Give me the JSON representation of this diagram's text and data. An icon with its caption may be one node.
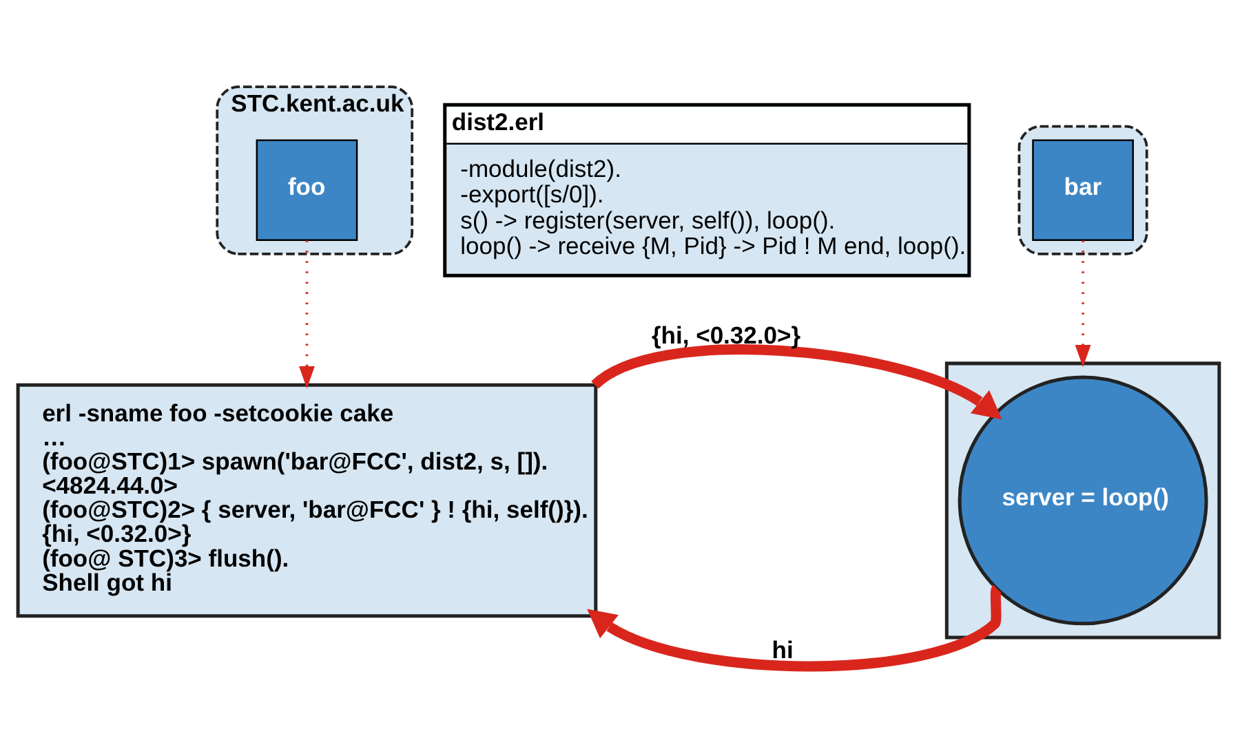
{
  "diagram": {
    "nodes": [
      {
        "text": [
          "STC.kent.ac.uk"
        ]
      },
      {
        "text": [
          "foo"
        ],
        "in": 0
      },
      {
        "text": [
          "dist2.erl",
          "-module(dist2).",
          "-export([s/0]).",
          "s() -> register(server, self()), loop().",
          "loop() -> receive {M, Pid} -> Pid ! M end, loop()."
        ]
      },
      {
        "text": [],
        "shape": "box"
      },
      {
        "text": [
          "bar"
        ],
        "in": 3
      },
      {
        "text": [
          "erl -sname foo -setcookie cake",
          "…",
          "(foo@STC)1> spawn('bar@FCC', dist2, s, []).",
          "<4824.44.0>",
          "(foo@STC)2> { server, 'bar@FCC' } ! {hi, self()}).",
          "{hi, <0.32.0>}",
          "(foo@ STC)3> flush().",
          "Shell got hi"
        ]
      },
      {
        "text": [],
        "shape": "box"
      },
      {
        "text": [
          "server = loop()"
        ],
        "in": 6
      }
    ],
    "edges": [
      {
        "from": 1,
        "to": 5,
        "arrow": "to",
        "style": "dashed"
      },
      {
        "from": 4,
        "to": 6,
        "arrow": "to",
        "style": "dashed"
      },
      {
        "from": 5,
        "to": 7,
        "label": "{hi, <0.32.0>}",
        "arrow": "to",
        "style": "thick"
      },
      {
        "from": 7,
        "to": 5,
        "label": "hi",
        "arrow": "to",
        "style": "thick"
      }
    ]
  }
}
